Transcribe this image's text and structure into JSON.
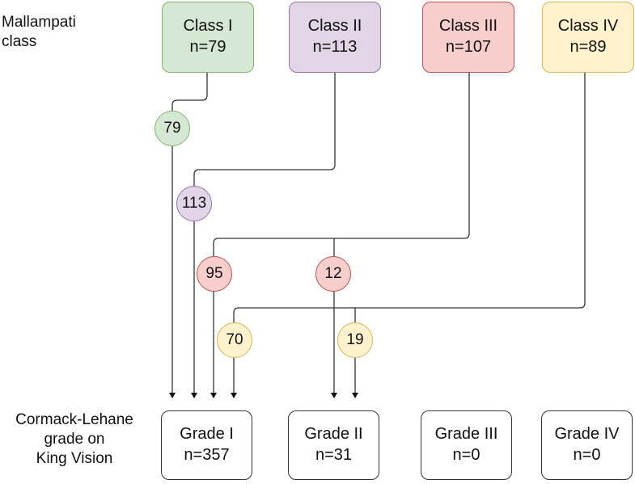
{
  "labels": {
    "mallampati_line1": "Mallampati",
    "mallampati_line2": "class",
    "cl_line1": "Cormack-Lehane",
    "cl_line2": "grade on",
    "cl_line3": "King Vision"
  },
  "classes": [
    {
      "name": "Class I",
      "n": "n=79",
      "color": "#d5e8d4"
    },
    {
      "name": "Class II",
      "n": "n=113",
      "color": "#e1d5e7"
    },
    {
      "name": "Class III",
      "n": "n=107",
      "color": "#f8cecc"
    },
    {
      "name": "Class IV",
      "n": "n=89",
      "color": "#fff2cc"
    }
  ],
  "grades": [
    {
      "name": "Grade I",
      "n": "n=357"
    },
    {
      "name": "Grade II",
      "n": "n=31"
    },
    {
      "name": "Grade III",
      "n": "n=0"
    },
    {
      "name": "Grade IV",
      "n": "n=0"
    }
  ],
  "flows": [
    {
      "from": "Class I",
      "to": "Grade I",
      "count": "79"
    },
    {
      "from": "Class II",
      "to": "Grade I",
      "count": "113"
    },
    {
      "from": "Class III",
      "to": "Grade I",
      "count": "95"
    },
    {
      "from": "Class III",
      "to": "Grade II",
      "count": "12"
    },
    {
      "from": "Class IV",
      "to": "Grade I",
      "count": "70"
    },
    {
      "from": "Class IV",
      "to": "Grade II",
      "count": "19"
    }
  ]
}
